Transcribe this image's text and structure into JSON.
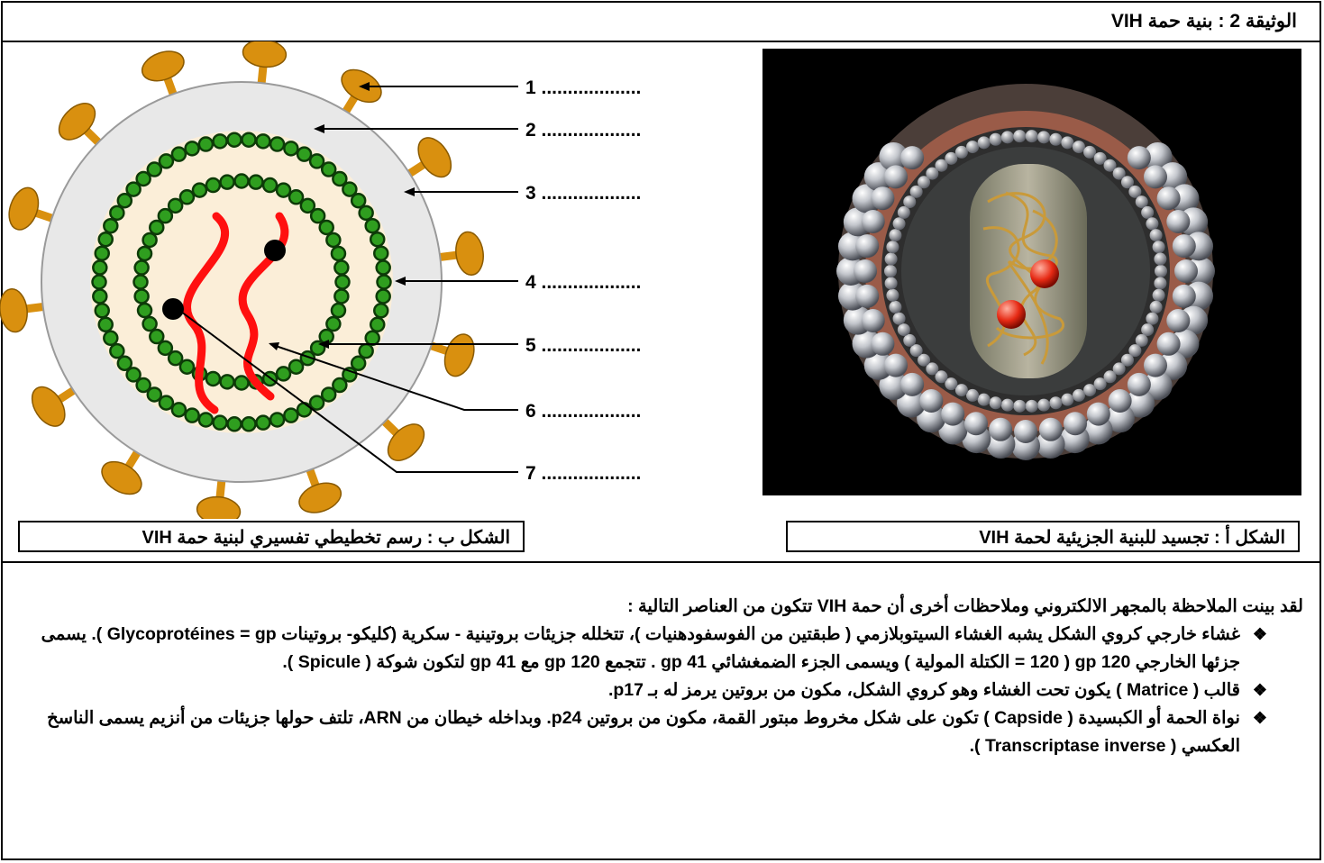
{
  "document": {
    "title": "الوثيقة 2 : بنية حمة VIH"
  },
  "figure_a": {
    "caption": "الشكل أ :  تجسيد للبنية الجزيئية لحمة VIH"
  },
  "figure_b": {
    "caption": "الشكل ب :  رسم تخطيطي تفسيري لبنية حمة VIH",
    "labels": [
      "1 ...................",
      "2 ...................",
      "3 ...................",
      "4 ...................",
      "5 ...................",
      "6 ...................",
      "7 ..................."
    ]
  },
  "text": {
    "intro": "لقد بينت الملاحظة بالمجهر الالكتروني وملاحظات أخرى أن حمة VIH تتكون من العناصر التالية :",
    "bullet_symbol": "❖",
    "bullets": [
      "غشاء خارجي كروي الشكل يشبه الغشاء السيتوبلازمي ( طبقتين من الفوسفودهنيات )، تتخلله جزيئات بروتينية - سكرية (كليكو- بروتينات Glycoprotéines = gp ). يسمى جزئها الخارجي gp 120 ( 120 = الكتلة المولية ) ويسمى الجزء الضمغشائي gp 41 . تتجمع gp 120 مع gp 41 لتكون شوكة ( Spicule ).",
      "قالب ( Matrice ) يكون تحت الغشاء وهو كروي الشكل، مكون من بروتين يرمز له بـ p17.",
      "نواة الحمة أو الكبسيدة ( Capside ) تكون على شكل مخروط مبتور القمة، مكون من بروتين p24. وبداخله خيطان من ARN، تلتف حولها جزيئات من أنزيم يسمى الناسخ العكسي ( Transcriptase inverse )."
    ]
  },
  "colors": {
    "spike": "#d9900f",
    "envelope": "#e6e6e6",
    "matrix_fill": "#fbeed8",
    "protein_bead": "#2f9e1f",
    "rna": "#ff1010",
    "enzyme": "#000000"
  }
}
